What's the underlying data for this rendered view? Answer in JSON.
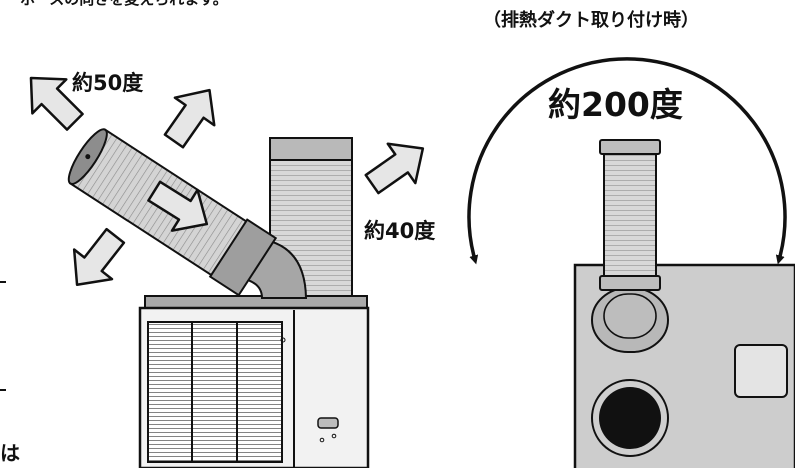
{
  "labels": {
    "top_cut_text": "ホースの向きを変えられます。",
    "angle_up": "約50度",
    "angle_right": "約40度",
    "exhaust_note": "（排熱ダクト取り付け時）",
    "rotation": "約200度",
    "edge_text": "は"
  },
  "colors": {
    "outline": "#111111",
    "arrow_fill": "#e6e6e6",
    "hose_fill": "#cfcfcf",
    "body_fill": "#f2f2f2",
    "panel_fill": "#cdcdcd",
    "hole_fill": "#111111"
  },
  "icons": [
    "direction-arrow",
    "rotation-arc-arrow"
  ]
}
